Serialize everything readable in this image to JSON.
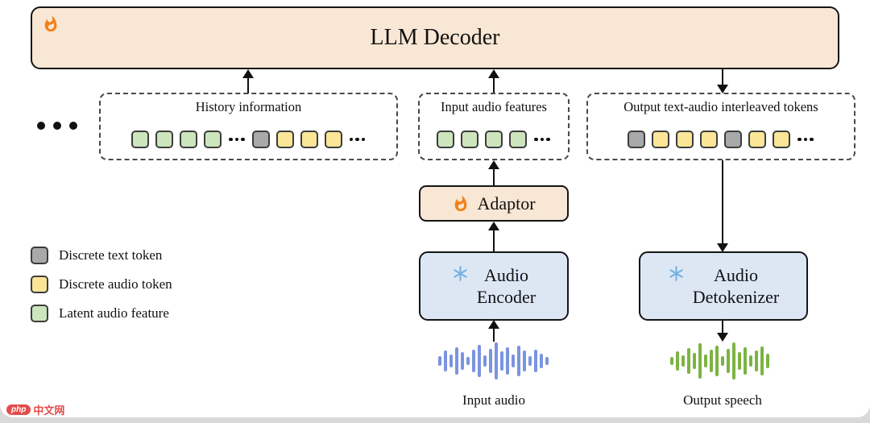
{
  "colors": {
    "beige": "#f8e7d4",
    "blue_box": "#dde7f4",
    "token_green": "#cde5bd",
    "token_yellow": "#fbe596",
    "token_gray": "#a9a9a9",
    "wave_blue": "#7b94e0",
    "wave_green": "#7cb342",
    "flame": "#f57f17",
    "snowflake": "#74b2e2"
  },
  "decoder": {
    "label": "LLM Decoder"
  },
  "groups": {
    "history": {
      "label": "History information",
      "tokens": [
        "green",
        "green",
        "green",
        "green",
        "dots",
        "gray",
        "yellow",
        "yellow",
        "yellow",
        "dots"
      ]
    },
    "features": {
      "label": "Input audio features",
      "tokens": [
        "green",
        "green",
        "green",
        "green",
        "dots"
      ]
    },
    "output": {
      "label": "Output text-audio interleaved tokens",
      "tokens": [
        "gray",
        "yellow",
        "yellow",
        "yellow",
        "gray",
        "yellow",
        "yellow",
        "dots"
      ]
    }
  },
  "adaptor": {
    "label": "Adaptor"
  },
  "encoder": {
    "line1": "Audio",
    "line2": "Encoder"
  },
  "detokenizer": {
    "line1": "Audio",
    "line2": "Detokenizer"
  },
  "legend": [
    {
      "token": "gray",
      "label": "Discrete text token"
    },
    {
      "token": "yellow",
      "label": "Discrete audio token"
    },
    {
      "token": "green",
      "label": "Latent audio feature"
    }
  ],
  "waveforms": {
    "input": {
      "label": "Input audio",
      "bars": [
        12,
        26,
        16,
        34,
        22,
        10,
        28,
        40,
        14,
        30,
        46,
        24,
        34,
        16,
        38,
        26,
        12,
        28,
        18,
        10
      ]
    },
    "output": {
      "label": "Output speech",
      "bars": [
        10,
        24,
        14,
        32,
        20,
        44,
        16,
        28,
        38,
        12,
        30,
        46,
        22,
        34,
        14,
        26,
        36,
        18
      ]
    }
  },
  "watermark": {
    "badge": "php",
    "text": "中文网"
  }
}
